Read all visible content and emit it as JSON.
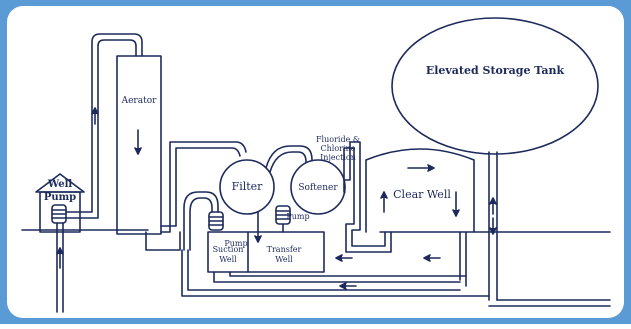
{
  "colors": {
    "frame_outer": "#5b9bd5",
    "frame_inner": "#ffffff",
    "ink": "#1d2a5c"
  },
  "labels": {
    "elevated_storage_tank": "Elevated Storage Tank",
    "aerator": "Aerator",
    "well_pump_line1": "Well",
    "well_pump_line2": "Pump",
    "filter": "Filter",
    "softener": "Softener",
    "fluoride_line1": "Fluoride &",
    "fluoride_line2": "Chlorine",
    "fluoride_line3": "Injection",
    "clear_well": "Clear Well",
    "pump_left": "Pump",
    "pump_right": "Pump",
    "suction_well_line1": "Suction",
    "suction_well_line2": "Well",
    "transfer_well_line1": "Transfer",
    "transfer_well_line2": "Well"
  }
}
